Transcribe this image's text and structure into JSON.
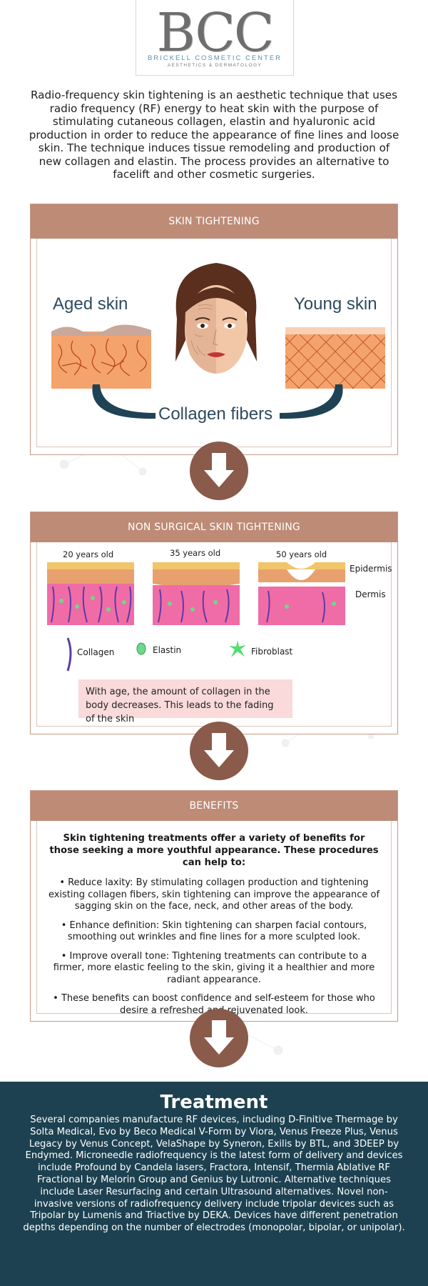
{
  "logo": {
    "mark": "BCC",
    "name": "BRICKELL COSMETIC CENTER",
    "tagline": "AESTHETICS & DERMATOLOGY"
  },
  "intro": "Radio-frequency skin tightening is an aesthetic technique that uses radio frequency (RF) energy to heat skin with the purpose of stimulating cutaneous collagen, elastin and hyaluronic acid production in order to reduce the appearance of fine lines and loose skin. The technique induces tissue remodeling and production of new collagen and elastin. The process provides an alternative to facelift and other cosmetic surgeries.",
  "skin_tightening": {
    "title": "SKIN TIGHTENING",
    "aged_label": "Aged skin",
    "young_label": "Young skin",
    "collagen_label": "Collagen fibers"
  },
  "non_surgical": {
    "title": "NON SURGICAL SKIN TIGHTENING",
    "ages": [
      "20 years old",
      "35 years old",
      "50 years old"
    ],
    "epidermis": "Epidermis",
    "dermis": "Dermis",
    "legend": {
      "collagen": "Collagen",
      "elastin": "Elastin",
      "fibroblast": "Fibroblast"
    },
    "note": "With age, the amount of collagen in the body decreases. This leads to the fading of the skin"
  },
  "benefits": {
    "title": "BENEFITS",
    "intro": "Skin tightening treatments offer a variety of benefits for those seeking a more youthful appearance. These procedures can help to:",
    "items": [
      "• Reduce laxity: By stimulating collagen production and tightening existing collagen fibers, skin tightening can improve the appearance of sagging skin on the face, neck, and other areas of the body.",
      "• Enhance definition: Skin tightening can sharpen facial contours, smoothing out wrinkles and fine lines for a more sculpted look.",
      "• Improve overall tone: Tightening treatments can contribute to a firmer, more elastic feeling to the skin, giving it a healthier and more radiant appearance.",
      "• These benefits can boost confidence and self-esteem for those who desire a refreshed and rejuvenated look."
    ]
  },
  "treatment": {
    "title": "Treatment",
    "body": "Several companies manufacture RF devices, including D-Finitive Thermage by Solta Medical, Evo by Beco Medical V-Form by Viora, Venus Freeze Plus, Venus Legacy by Venus Concept, VelaShape by Syneron, Exilis by BTL, and 3DEEP by Endymed. Microneedle radiofrequency is the latest form of delivery and devices include Profound by Candela lasers, Fractora, Intensif, Thermia Ablative RF Fractional by Melorin Group and Genius by Lutronic. Alternative techniques include Laser Resurfacing and certain Ultrasound alternatives. Novel non-invasive versions of radiofrequency delivery include tripolar devices such as Tripolar by Lumenis and Triactive by DEKA. Devices have different penetration depths depending on the number of electrodes (monopolar, bipolar, or unipolar)."
  },
  "colors": {
    "header": "#bd8b76",
    "arrow": "#8a5a4a",
    "treatment_bg": "#1d4150",
    "label_blue": "#2e4b5e",
    "note_bg": "#fadadb"
  }
}
